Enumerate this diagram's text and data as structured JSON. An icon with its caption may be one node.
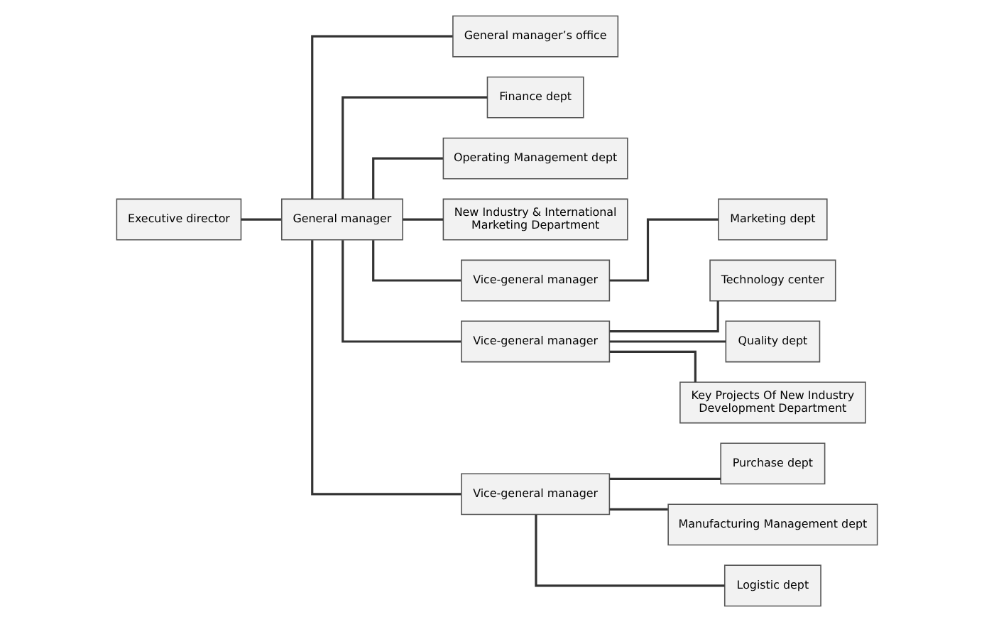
{
  "diagram": {
    "nodes": [
      {
        "text": [
          "Executive director"
        ]
      },
      {
        "text": [
          "General manager"
        ]
      },
      {
        "text": [
          "General manager’s office"
        ]
      },
      {
        "text": [
          "Finance dept"
        ]
      },
      {
        "text": [
          "Operating Management dept"
        ]
      },
      {
        "text": [
          "New Industry & International Marketing Department"
        ]
      },
      {
        "text": [
          "Vice-general manager"
        ]
      },
      {
        "text": [
          "Marketing dept"
        ]
      },
      {
        "text": [
          "Vice-general manager"
        ]
      },
      {
        "text": [
          "Technology center"
        ]
      },
      {
        "text": [
          "Quality dept"
        ]
      },
      {
        "text": [
          "Key Projects Of New Industry Development Department"
        ]
      },
      {
        "text": [
          "Vice-general manager"
        ]
      },
      {
        "text": [
          "Purchase dept"
        ]
      },
      {
        "text": [
          "Manufacturing Management dept"
        ]
      },
      {
        "text": [
          "Logistic dept"
        ]
      }
    ],
    "edges": [
      {
        "from": 0,
        "to": 1,
        "arrow": "none"
      },
      {
        "from": 1,
        "to": 2,
        "arrow": "none"
      },
      {
        "from": 1,
        "to": 3,
        "arrow": "none"
      },
      {
        "from": 1,
        "to": 4,
        "arrow": "none"
      },
      {
        "from": 1,
        "to": 5,
        "arrow": "none"
      },
      {
        "from": 1,
        "to": 6,
        "arrow": "none"
      },
      {
        "from": 6,
        "to": 7,
        "arrow": "none"
      },
      {
        "from": 1,
        "to": 8,
        "arrow": "none"
      },
      {
        "from": 8,
        "to": 9,
        "arrow": "none"
      },
      {
        "from": 8,
        "to": 10,
        "arrow": "none"
      },
      {
        "from": 8,
        "to": 11,
        "arrow": "none"
      },
      {
        "from": 1,
        "to": 12,
        "arrow": "none"
      },
      {
        "from": 12,
        "to": 13,
        "arrow": "none"
      },
      {
        "from": 12,
        "to": 14,
        "arrow": "none"
      },
      {
        "from": 12,
        "to": 15,
        "arrow": "none"
      }
    ]
  }
}
